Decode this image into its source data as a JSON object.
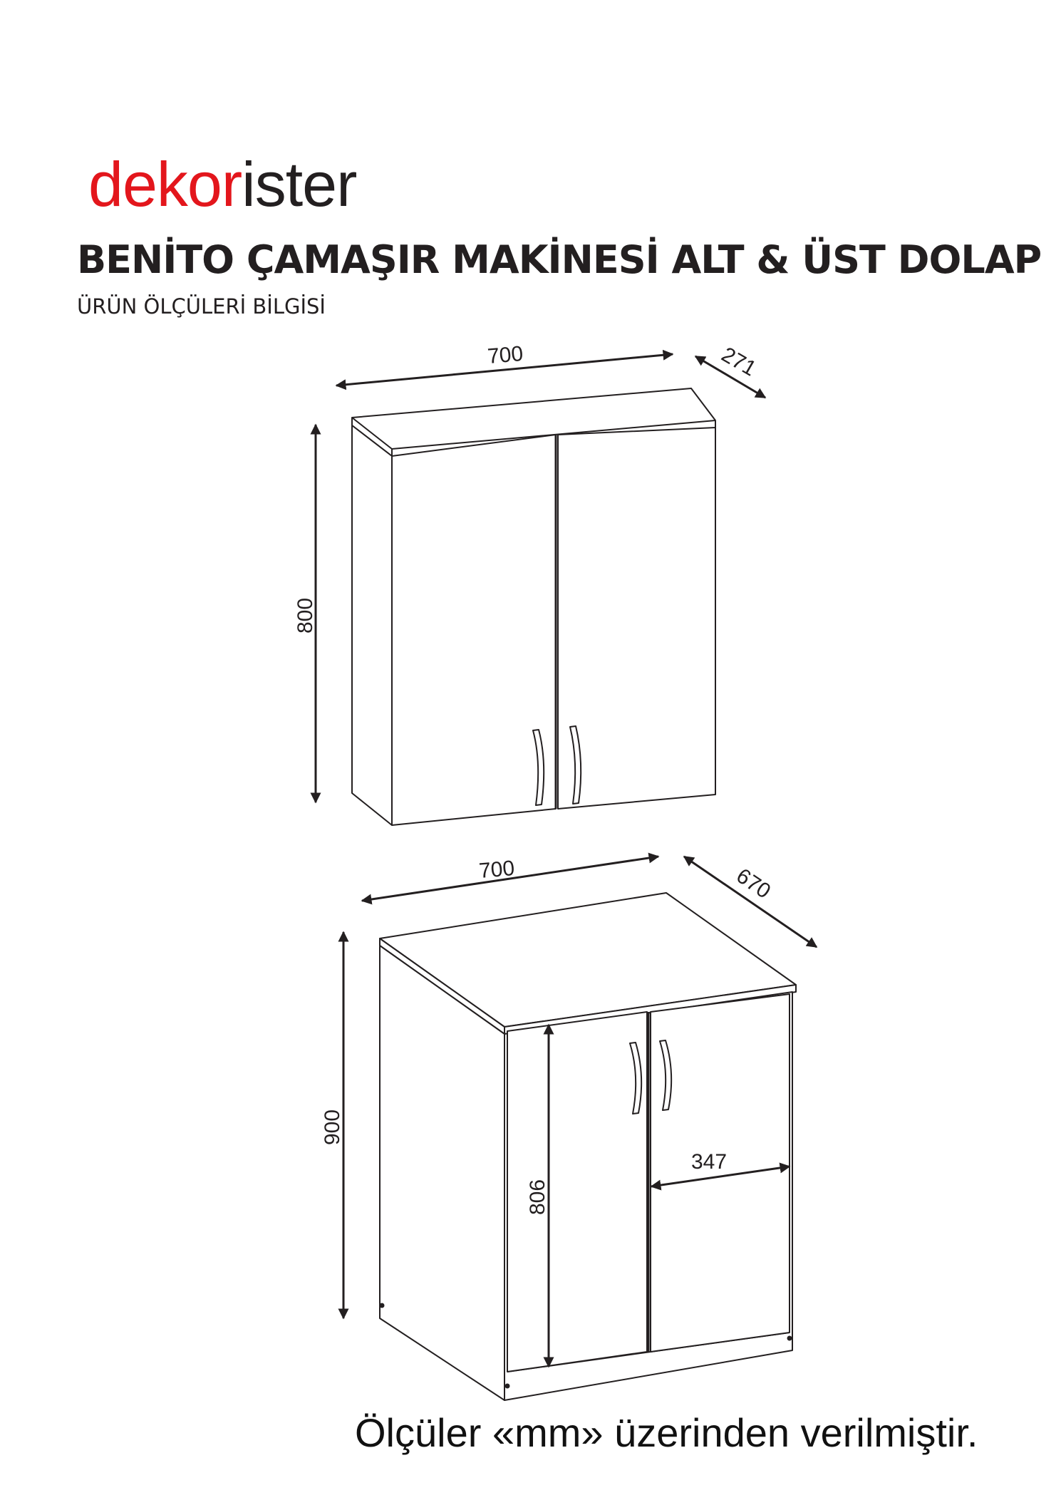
{
  "brand": {
    "part1": "dekor",
    "part2": "ister"
  },
  "title": "BENİTO ÇAMAŞIR MAKİNESİ ALT & ÜST DOLAP",
  "subtitle": "ÜRÜN ÖLÇÜLERİ BİLGİSİ",
  "upper_cabinet": {
    "width": "700",
    "depth": "271",
    "height": "800"
  },
  "lower_cabinet": {
    "width": "700",
    "depth": "670",
    "height": "900",
    "inner_height": "806",
    "inner_width": "347"
  },
  "note": "Ölçüler «mm» üzerinden verilmiştir.",
  "colors": {
    "brand_red": "#e3161c",
    "text_dark": "#231f20"
  }
}
